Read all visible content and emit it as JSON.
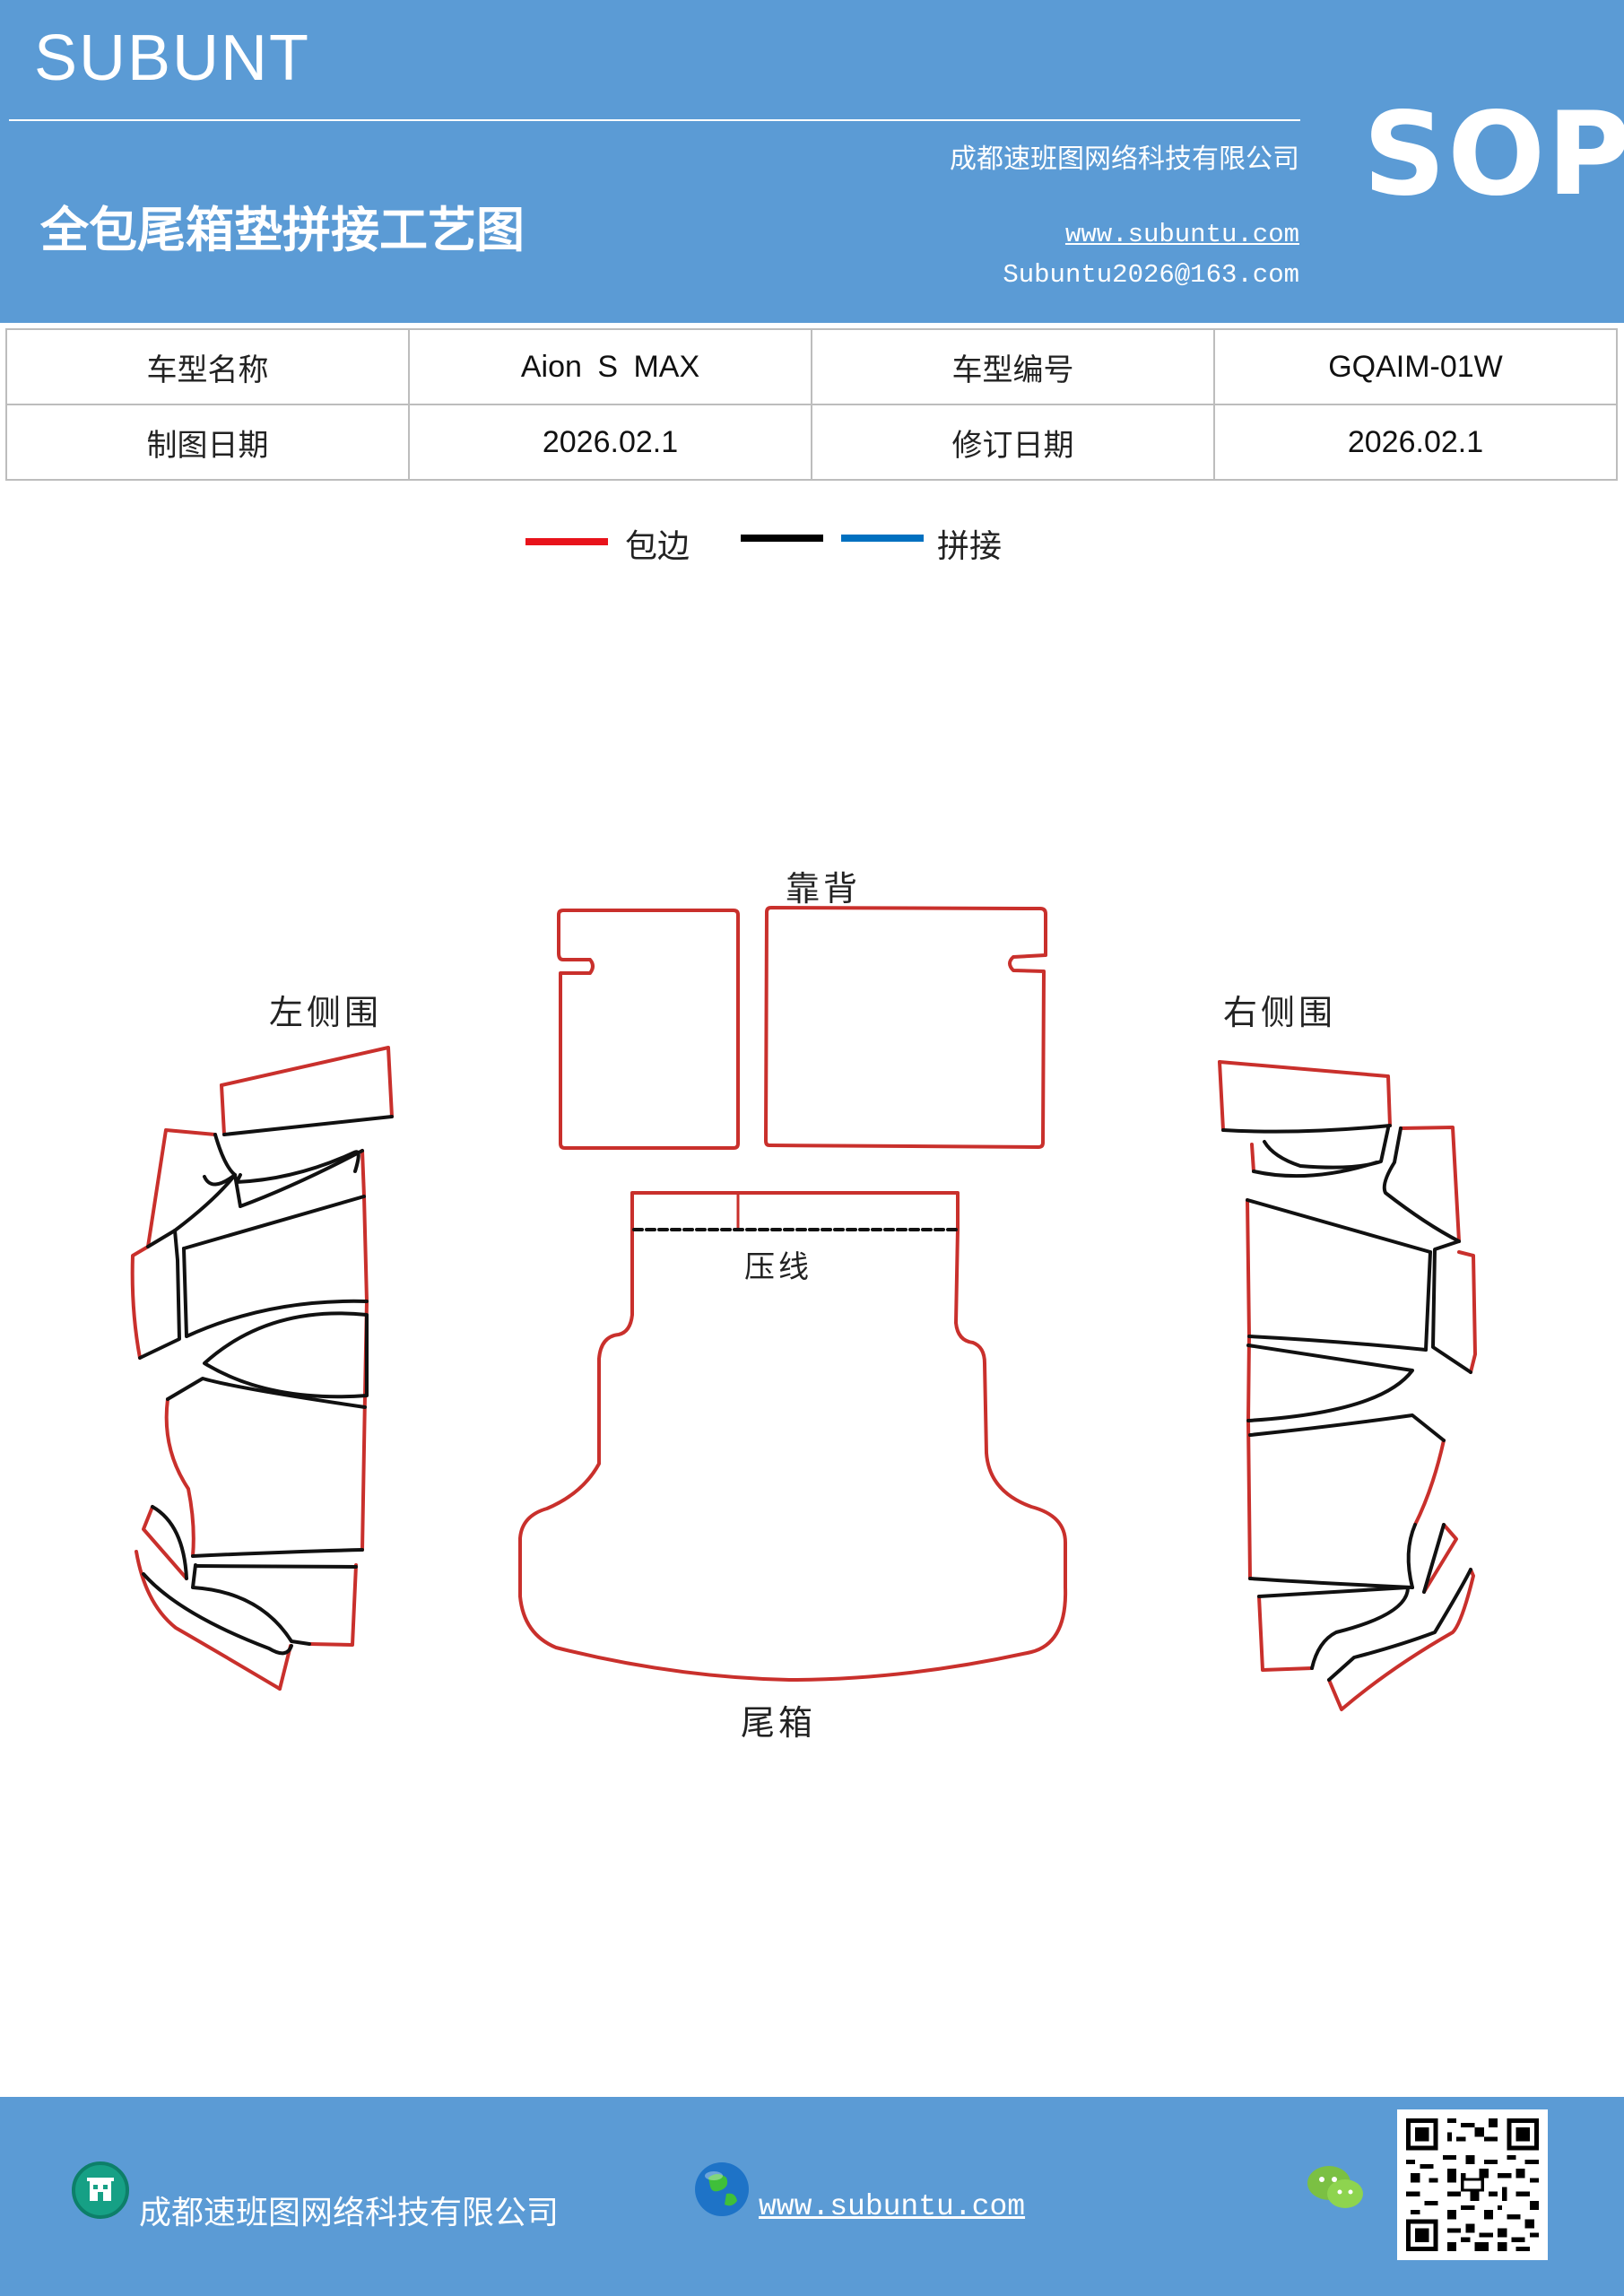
{
  "header": {
    "brand": "SUBUNT",
    "company": "成都速班图网络科技有限公司",
    "title": "全包尾箱垫拼接工艺图",
    "website": "www.subuntu.com",
    "email": "Subuntu2026@163.com",
    "sop": "SOP",
    "background_color": "#5b9bd5"
  },
  "info": {
    "model_name_label": "车型名称",
    "model_name_value": "Aion S MAX",
    "model_code_label": "车型编号",
    "model_code_value": "GQAIM-01W",
    "drawing_date_label": "制图日期",
    "drawing_date_value": "2026.02.1",
    "revision_date_label": "修订日期",
    "revision_date_value": "2026.02.1"
  },
  "legend": {
    "edge_label": "包边",
    "edge_color": "#e8131b",
    "black_color": "#000000",
    "blue_color": "#0070c0",
    "splice_label": "拼接"
  },
  "diagram": {
    "backrest_label": "靠背",
    "left_side_label": "左侧围",
    "right_side_label": "右侧围",
    "crease_label": "压线",
    "trunk_label": "尾箱",
    "edge_color": "#c9302c",
    "seam_color": "#111111"
  },
  "footer": {
    "company": "成都速班图网络科技有限公司",
    "website": "www.subuntu.com",
    "building_icon": "building-icon",
    "globe_icon": "globe-icon",
    "wechat_icon": "wechat-icon",
    "qr_icon": "qr-code-icon"
  }
}
